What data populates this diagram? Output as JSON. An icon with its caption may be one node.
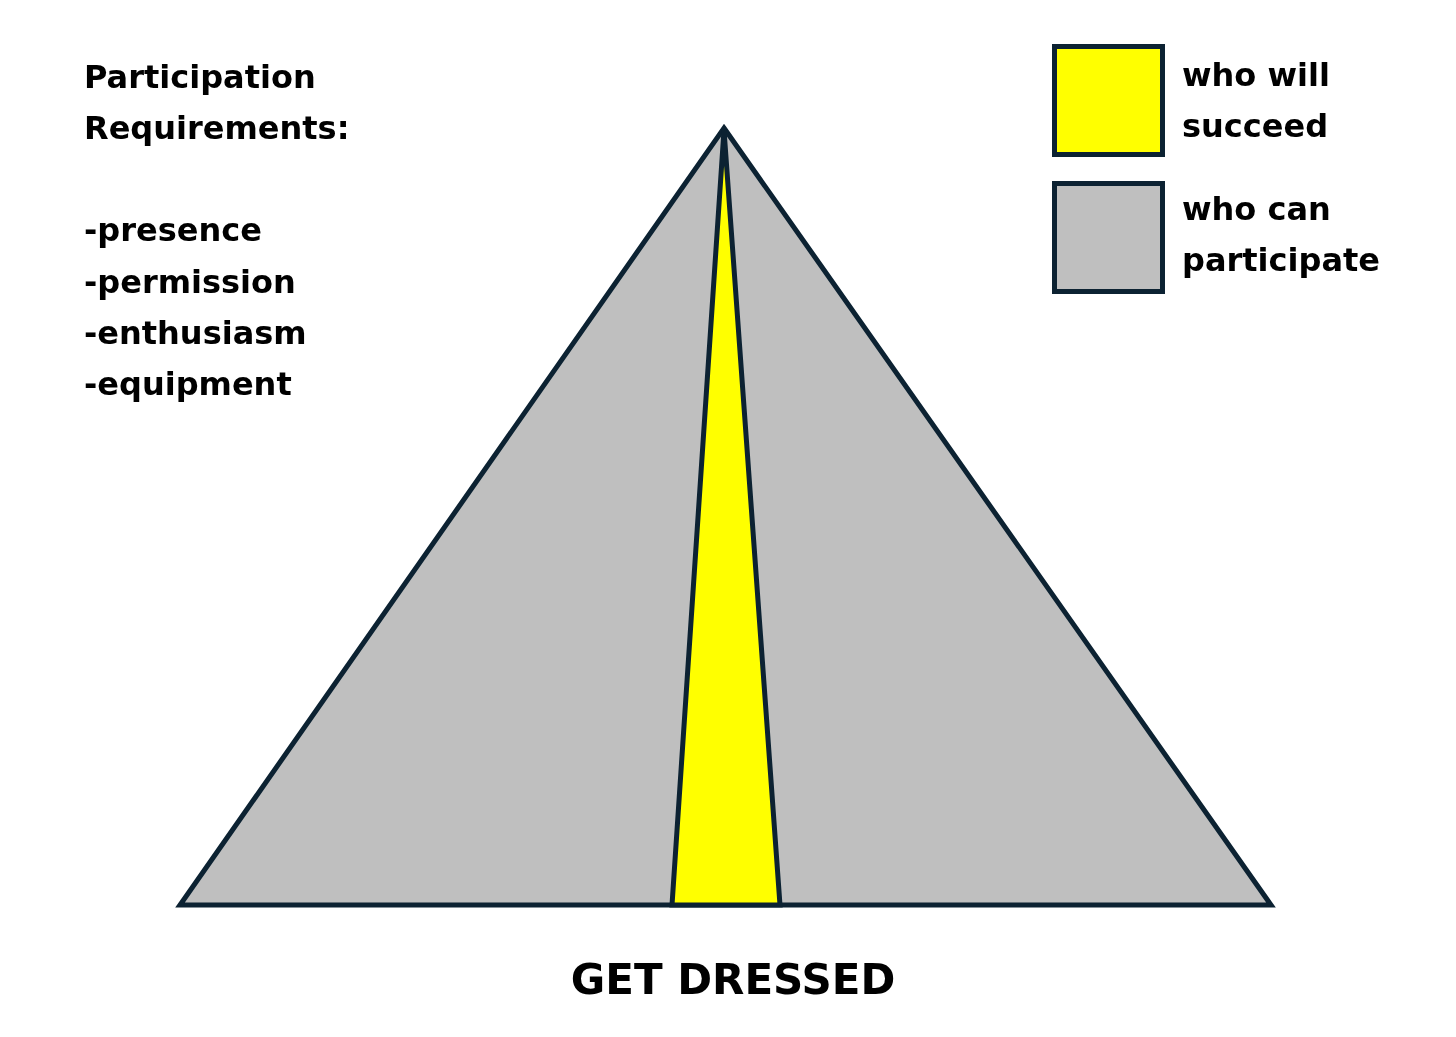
{
  "diagram": {
    "caption": "GET DRESSED",
    "labels": [
      "Participation Requirements:",
      "-presence",
      "-permission",
      "-enthusiasm",
      "-equipment"
    ],
    "legend": [
      {
        "text": "who will succeed",
        "color": "#ffff00"
      },
      {
        "text": "who can participate",
        "color": "#bfbfbf"
      }
    ]
  }
}
